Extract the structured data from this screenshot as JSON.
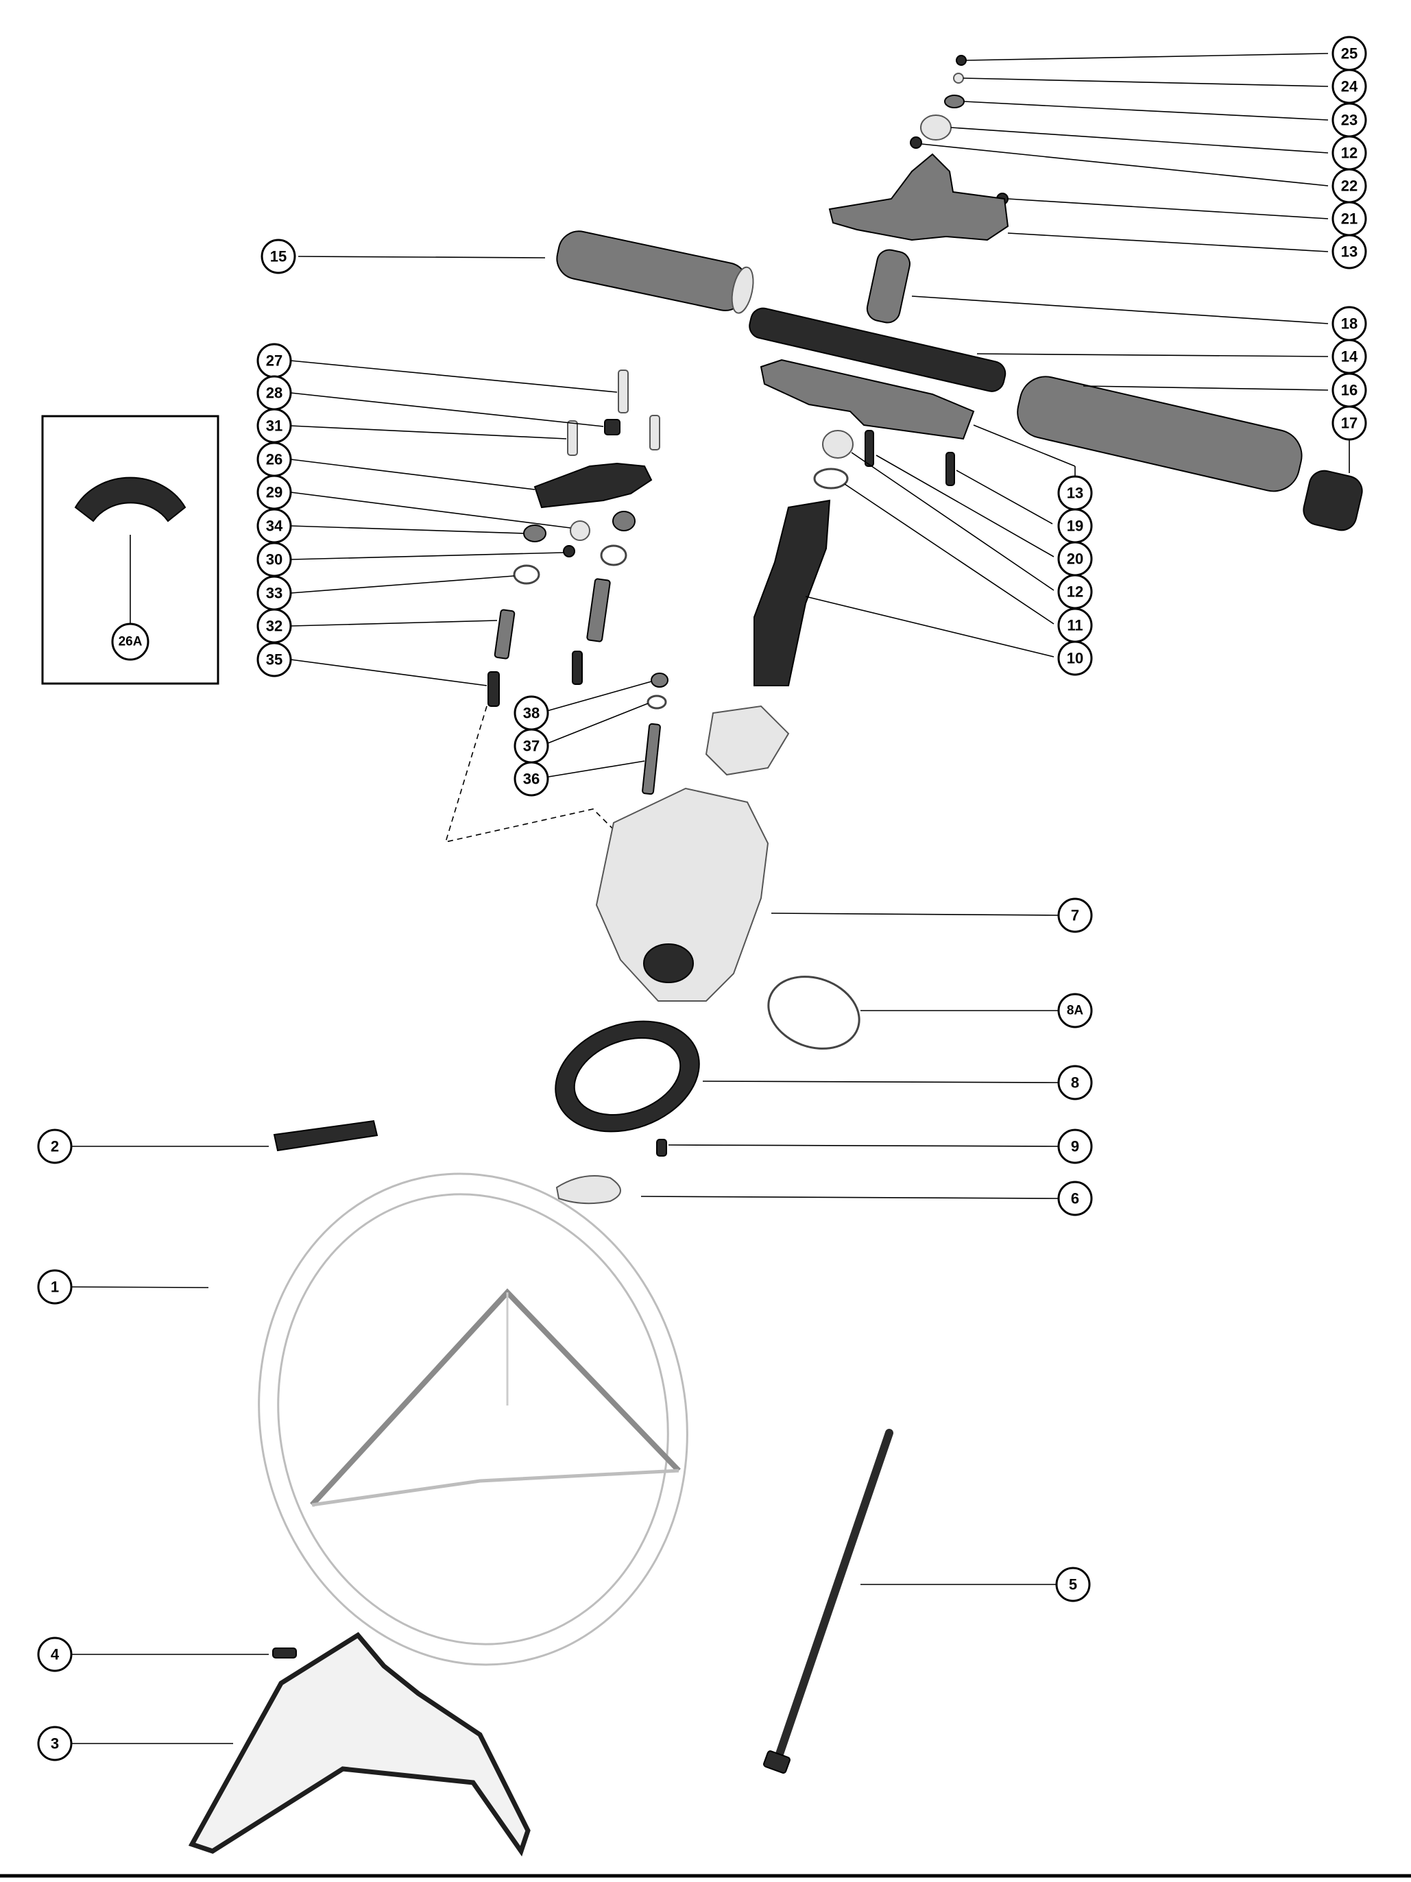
{
  "callouts": [
    {
      "id": "c25",
      "label": "25"
    },
    {
      "id": "c24",
      "label": "24"
    },
    {
      "id": "c23",
      "label": "23"
    },
    {
      "id": "c12a",
      "label": "12"
    },
    {
      "id": "c22",
      "label": "22"
    },
    {
      "id": "c21",
      "label": "21"
    },
    {
      "id": "c13a",
      "label": "13"
    },
    {
      "id": "c15",
      "label": "15"
    },
    {
      "id": "c18",
      "label": "18"
    },
    {
      "id": "c14",
      "label": "14"
    },
    {
      "id": "c16",
      "label": "16"
    },
    {
      "id": "c17",
      "label": "17"
    },
    {
      "id": "c13b",
      "label": "13"
    },
    {
      "id": "c19",
      "label": "19"
    },
    {
      "id": "c20",
      "label": "20"
    },
    {
      "id": "c12b",
      "label": "12"
    },
    {
      "id": "c11",
      "label": "11"
    },
    {
      "id": "c10",
      "label": "10"
    },
    {
      "id": "c27",
      "label": "27"
    },
    {
      "id": "c28",
      "label": "28"
    },
    {
      "id": "c31",
      "label": "31"
    },
    {
      "id": "c26",
      "label": "26"
    },
    {
      "id": "c29",
      "label": "29"
    },
    {
      "id": "c34",
      "label": "34"
    },
    {
      "id": "c30",
      "label": "30"
    },
    {
      "id": "c33",
      "label": "33"
    },
    {
      "id": "c32",
      "label": "32"
    },
    {
      "id": "c35",
      "label": "35"
    },
    {
      "id": "c26A",
      "label": "26A"
    },
    {
      "id": "c38",
      "label": "38"
    },
    {
      "id": "c37",
      "label": "37"
    },
    {
      "id": "c36",
      "label": "36"
    },
    {
      "id": "c7",
      "label": "7"
    },
    {
      "id": "c8A",
      "label": "8A"
    },
    {
      "id": "c8",
      "label": "8"
    },
    {
      "id": "c9",
      "label": "9"
    },
    {
      "id": "c6",
      "label": "6"
    },
    {
      "id": "c2",
      "label": "2"
    },
    {
      "id": "c1",
      "label": "1"
    },
    {
      "id": "c5",
      "label": "5"
    },
    {
      "id": "c4",
      "label": "4"
    },
    {
      "id": "c3",
      "label": "3"
    }
  ]
}
